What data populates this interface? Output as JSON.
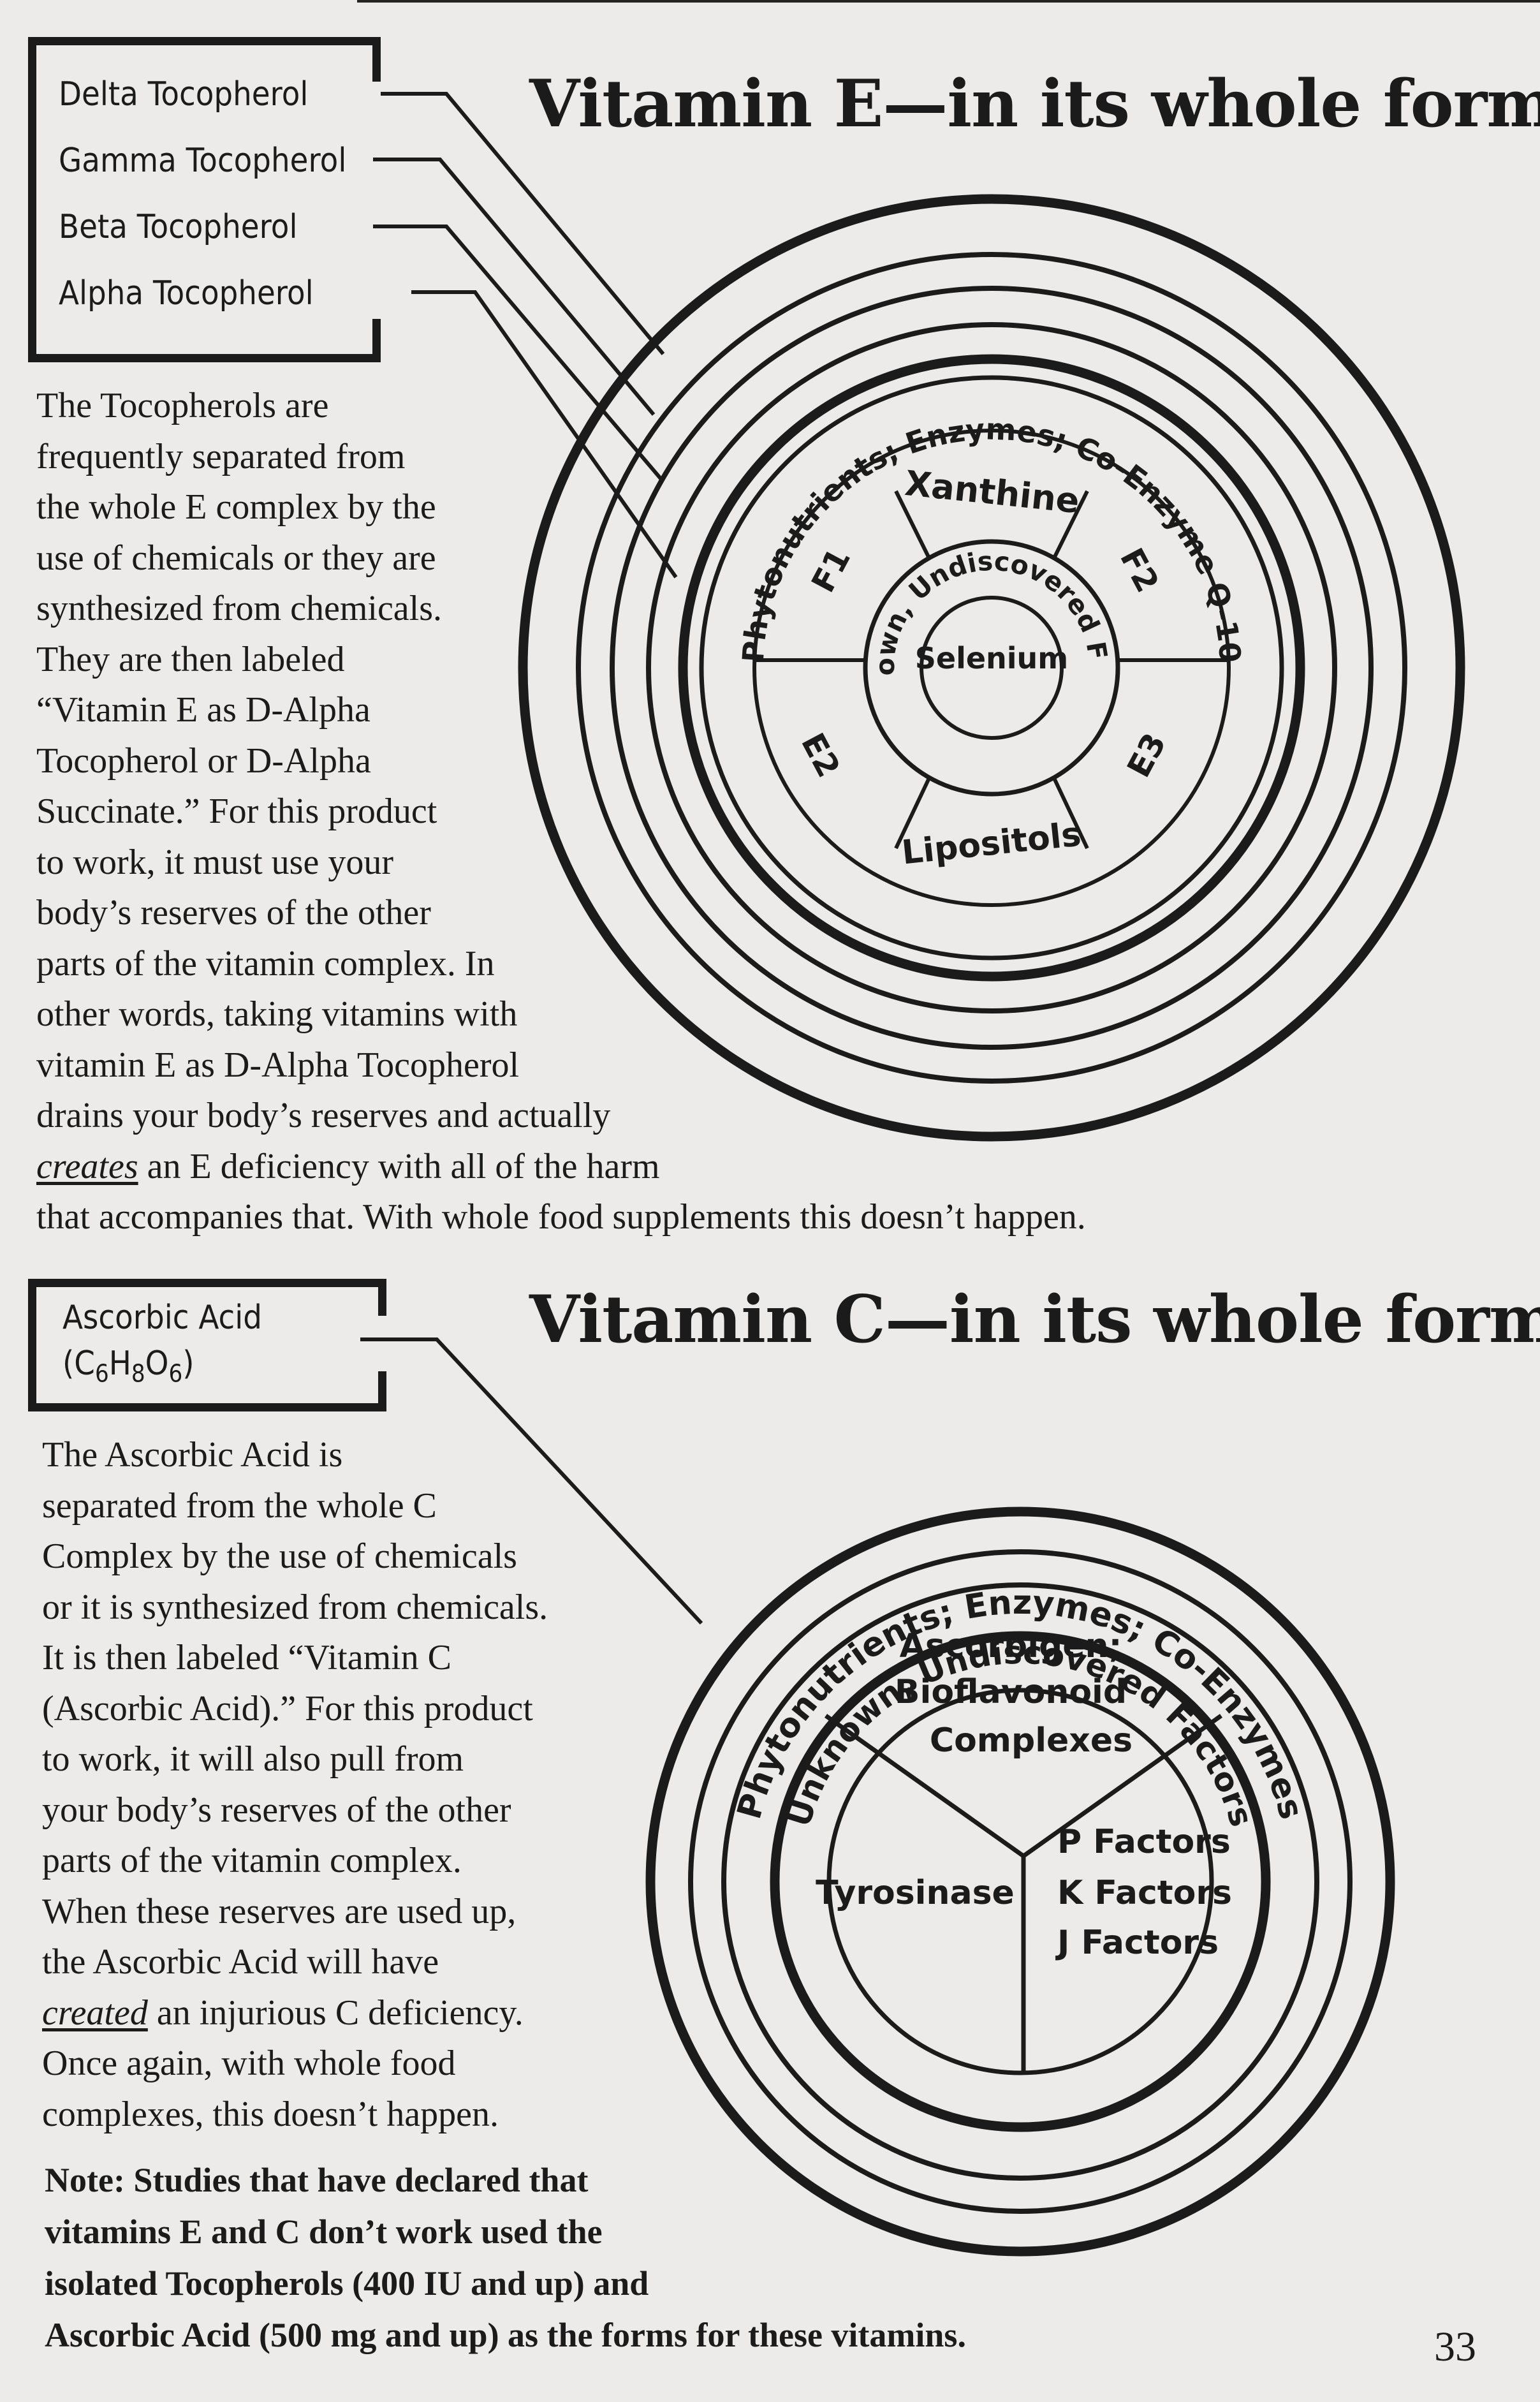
{
  "vitamin_e": {
    "heading": "Vitamin E—in its whole form",
    "tocopherols": [
      "Delta Tocopherol",
      "Gamma Tocopherol",
      "Beta Tocopherol",
      "Alpha Tocopherol"
    ],
    "rings": {
      "outer_band": "Phytonutrients; Enzymes; Co-Enzyme Q-10",
      "inner_band": "Unknown, Undiscovered Factors",
      "center": "Selenium",
      "segments": [
        "Xanthine",
        "F1",
        "F2",
        "E2",
        "E3",
        "Lipositols"
      ]
    },
    "body_lines": [
      "The Tocopherols are",
      "frequently separated from",
      "the whole E complex by the",
      "use of chemicals or they are",
      "synthesized from chemicals.",
      "They are then labeled",
      "“Vitamin E as D-Alpha",
      "Tocopherol or D-Alpha",
      "Succinate.” For this product",
      "to work, it must use your",
      "body’s reserves of the other",
      "parts of the vitamin complex. In",
      "other words, taking vitamins with",
      "vitamin E as D-Alpha Tocopherol",
      "drains your body’s reserves and actually"
    ],
    "body_em": "creates",
    "body_after_em": " an E deficiency with all of the harm",
    "body_last": "that accompanies that. With whole food supplements this doesn’t happen."
  },
  "vitamin_c": {
    "heading": "Vitamin C—in its whole form",
    "label": "Ascorbic Acid",
    "formula": {
      "c": "(C",
      "n1": "6",
      "h": "H",
      "n2": "8",
      "o": "O",
      "n3": "6",
      "end": ")"
    },
    "rings": {
      "outer_band": "Phytonutrients; Enzymes; Co-Enzymes",
      "inner_band": "Unknown, Undiscovered Factors",
      "top_segment": [
        "Ascorbigen;",
        "Bioflavonoid",
        "Complexes"
      ],
      "left_segment": "Tyrosinase",
      "right_segment": [
        "P Factors",
        "K Factors",
        "J Factors"
      ]
    },
    "body_lines": [
      "The Ascorbic Acid is",
      "separated from the whole C",
      "Complex by the use of chemicals",
      "or it is synthesized from chemicals.",
      "It is then labeled “Vitamin C",
      "(Ascorbic Acid).” For this product",
      "to work, it will also pull from",
      "your body’s reserves of the other",
      "parts of the vitamin complex.",
      "When these reserves are used up,",
      "the Ascorbic Acid will have"
    ],
    "body_em": "created",
    "body_after_em": " an injurious C deficiency.",
    "body_tail": [
      "Once again, with whole food",
      "complexes, this doesn’t happen."
    ]
  },
  "note_lines": [
    "Note: Studies that have declared that",
    "vitamins E and C don’t work used the",
    "isolated Tocopherols (400 IU and up) and",
    "Ascorbic Acid (500 mg and up) as the forms for these vitamins."
  ],
  "page_number": "33"
}
